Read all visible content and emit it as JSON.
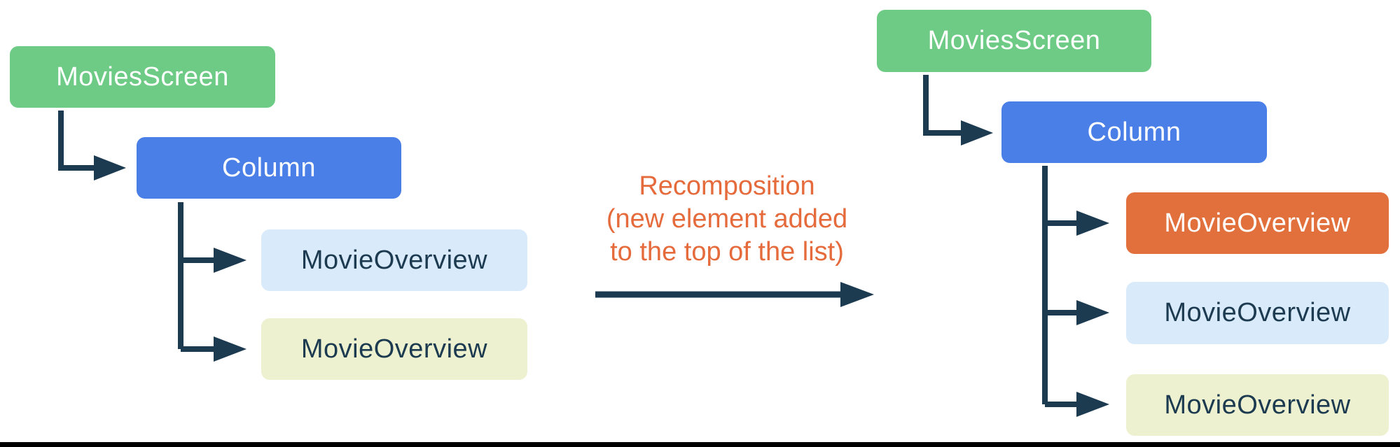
{
  "annotation": {
    "lines": [
      "Recomposition",
      "(new element added",
      "to the top of the list)"
    ],
    "color": "#E56B3C"
  },
  "trees": {
    "left": {
      "nodes": [
        {
          "label": "MoviesScreen",
          "color": "#6ECB86"
        },
        {
          "label": "Column",
          "color": "#4A7FE8"
        },
        {
          "label": "MovieOverview",
          "color": "#D9EAFA"
        },
        {
          "label": "MovieOverview",
          "color": "#EDF1D0"
        }
      ]
    },
    "right": {
      "nodes": [
        {
          "label": "MoviesScreen",
          "color": "#6ECB86"
        },
        {
          "label": "Column",
          "color": "#4A7FE8"
        },
        {
          "label": "MovieOverview",
          "color": "#E2703C"
        },
        {
          "label": "MovieOverview",
          "color": "#D9EAFA"
        },
        {
          "label": "MovieOverview",
          "color": "#EDF1D0"
        }
      ]
    }
  },
  "connector_color": "#1C3A50",
  "bottom_rule_color": "#000000"
}
